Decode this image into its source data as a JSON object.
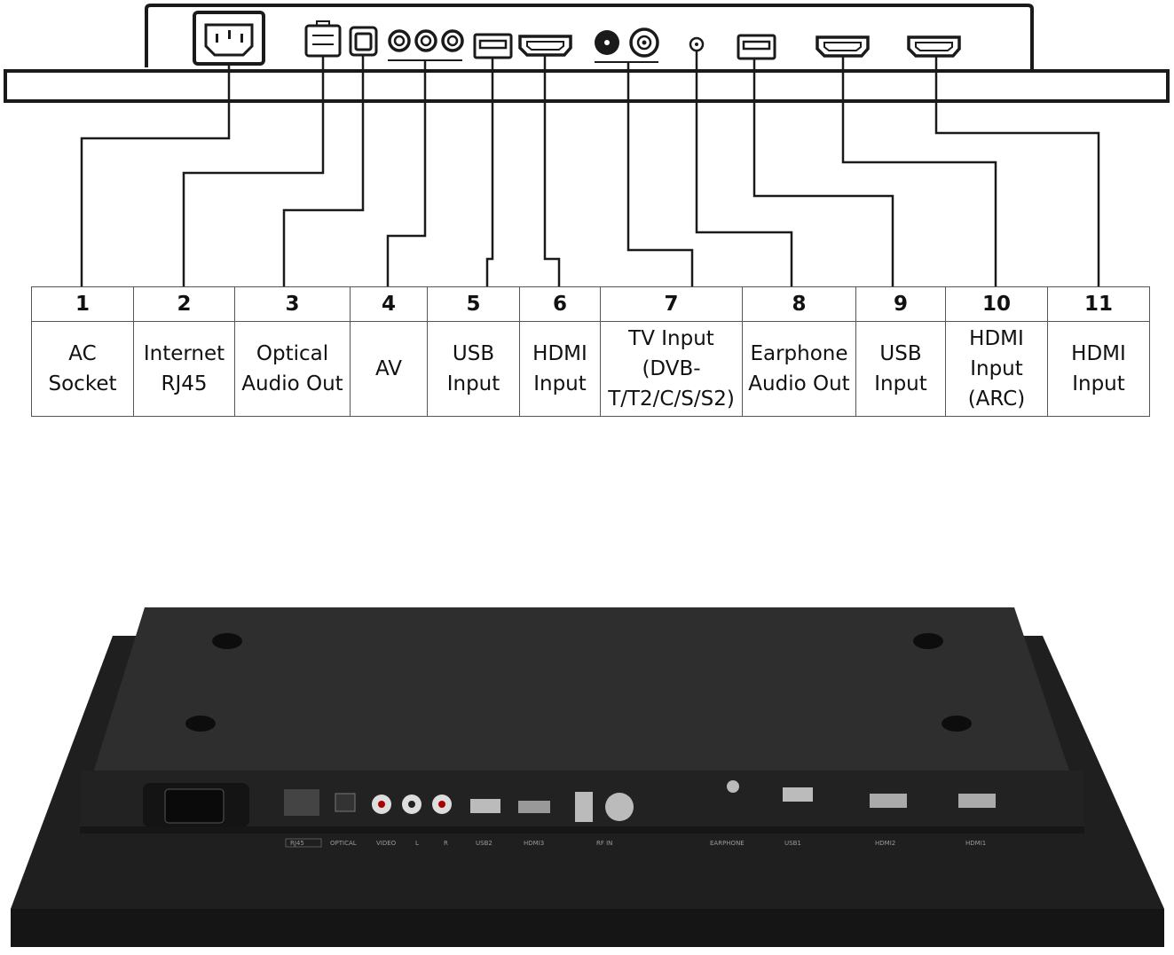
{
  "ports": [
    {
      "number": "1",
      "label_lines": [
        "AC",
        "Socket"
      ]
    },
    {
      "number": "2",
      "label_lines": [
        "Internet",
        "RJ45"
      ]
    },
    {
      "number": "3",
      "label_lines": [
        "Optical",
        "Audio Out"
      ]
    },
    {
      "number": "4",
      "label_lines": [
        "AV"
      ]
    },
    {
      "number": "5",
      "label_lines": [
        "USB",
        "Input"
      ]
    },
    {
      "number": "6",
      "label_lines": [
        "HDMI",
        "Input"
      ]
    },
    {
      "number": "7",
      "label_lines": [
        "TV Input",
        "(DVB-",
        "T/T2/C/S/S2)"
      ]
    },
    {
      "number": "8",
      "label_lines": [
        "Earphone",
        "Audio Out"
      ]
    },
    {
      "number": "9",
      "label_lines": [
        "USB",
        "Input"
      ]
    },
    {
      "number": "10",
      "label_lines": [
        "HDMI",
        "Input",
        "(ARC)"
      ]
    },
    {
      "number": "11",
      "label_lines": [
        "HDMI",
        "Input"
      ]
    }
  ],
  "photo_panel_labels": [
    "RJ45",
    "OPTICAL",
    "VIDEO",
    "L",
    "R",
    "USB2",
    "HDMI3",
    "RF IN",
    "EARPHONE",
    "USB1",
    "HDMI2",
    "HDMI1"
  ],
  "colors": {
    "line": "#1a1a1a",
    "panel": "#2b2b2b",
    "panel_dark": "#1c1c1c",
    "grid": "#555555"
  }
}
